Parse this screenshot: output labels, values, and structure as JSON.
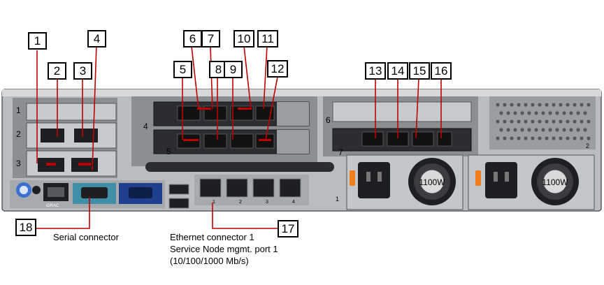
{
  "callouts": [
    "1",
    "2",
    "3",
    "4",
    "5",
    "6",
    "7",
    "8",
    "9",
    "10",
    "11",
    "12",
    "13",
    "14",
    "15",
    "16",
    "17",
    "18"
  ],
  "chassis_text": {
    "slot_numbers": [
      "1",
      "2",
      "3",
      "4",
      "5",
      "6",
      "7"
    ],
    "idrac": "iDRAC",
    "psu1": "1100W",
    "psu2": "1100W",
    "psu_index_1": "1",
    "psu_index_2": "2",
    "eth_port_numbers": [
      "1",
      "2",
      "3",
      "4"
    ]
  },
  "captions": {
    "serial": "Serial connector",
    "ethernet_line1": "Ethernet  connector 1",
    "ethernet_line2": "Service Node mgmt. port 1",
    "ethernet_line3": "(10/100/1000 Mb/s)"
  },
  "colors": {
    "leader": "#c00000",
    "chassis": "#b9bcc0",
    "chassis_dark": "#2b2d30",
    "vga_blue": "#1f3f8f",
    "serial_teal": "#3f8fa6",
    "psu_orange": "#f07d1a"
  }
}
